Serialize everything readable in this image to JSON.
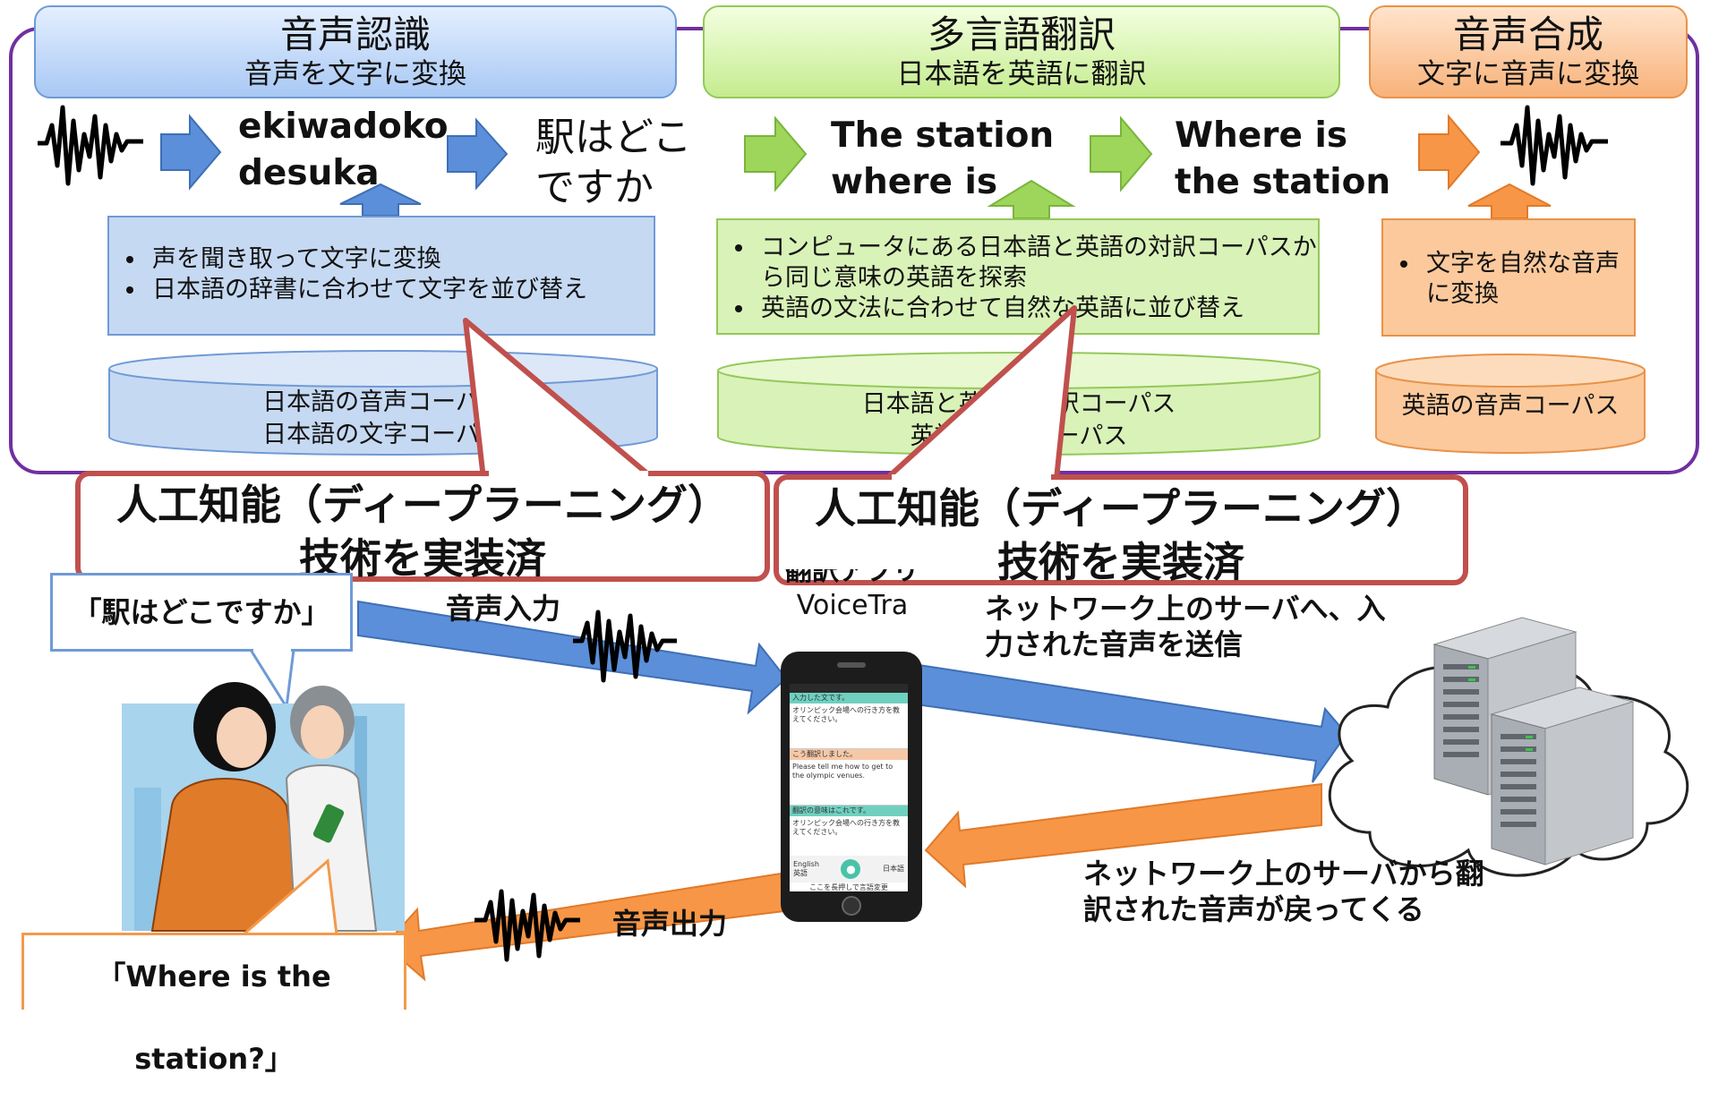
{
  "pipeline": {
    "stage1": {
      "title": "音声認識",
      "subtitle": "音声を文字に変換"
    },
    "stage2": {
      "title": "多言語翻訳",
      "subtitle": "日本語を英語に翻訳"
    },
    "stage3": {
      "title": "音声合成",
      "subtitle": "文字に音声に変換"
    },
    "romaji_line1": "ekiwadoko",
    "romaji_line2": "desuka",
    "jp_line1": "駅はどこ",
    "jp_line2": "ですか",
    "literal_line1": "The station",
    "literal_line2": "where is",
    "english_line1": "Where is",
    "english_line2": "the station",
    "stage1_notes": [
      "声を聞き取って文字に変換",
      "日本語の辞書に合わせて文字を並び替え"
    ],
    "stage2_notes": [
      "コンピュータにある日本語と英語の対訳コーパスから同じ意味の英語を探索",
      "英語の文法に合わせて自然な英語に並び替え"
    ],
    "stage3_notes": [
      "文字を自然な音声に変換"
    ],
    "db1_line1": "日本語の音声コーパス",
    "db1_line2": "日本語の文字コーパス",
    "db2_line1": "日本語と英語の対訳コーパス",
    "db2_line2": "英語の文字コーパス",
    "db3_line1": "英語の音声コーパス"
  },
  "ai": {
    "line1": "人工知能（ディープラーニング）",
    "line2": "技術を実装済"
  },
  "flow": {
    "speech_bubble": "「駅はどこですか」",
    "voice_input": "音声入力",
    "app_label": "翻訳アプリ",
    "app_name": "VoiceTra",
    "to_server_line1": "ネットワーク上のサーバへ、入",
    "to_server_line2": "力された音声を送信",
    "from_server_line1": "ネットワーク上のサーバから翻",
    "from_server_line2": "訳された音声が戻ってくる",
    "voice_output": "音声出力",
    "answer": "「Where is the station?」"
  },
  "phone": {
    "input_header": "入力した文です。",
    "input_text": "オリンピック会場への行き方を教えてください。",
    "translated_header": "こう翻訳しました。",
    "translated_text": "Please tell me how to get to the olympic venues.",
    "back_header": "翻訳の意味はこれです。",
    "back_text": "オリンピック会場への行き方を教えてください。",
    "lang_left": "English",
    "lang_left_sub": "英語",
    "lang_right": "日本語",
    "footer": "ここを長押しで言語変更"
  },
  "colors": {
    "blue": "#6f9ad6",
    "green": "#94c85a",
    "orange": "#f39a4a",
    "purple": "#7030a0",
    "red": "#c0504d"
  }
}
